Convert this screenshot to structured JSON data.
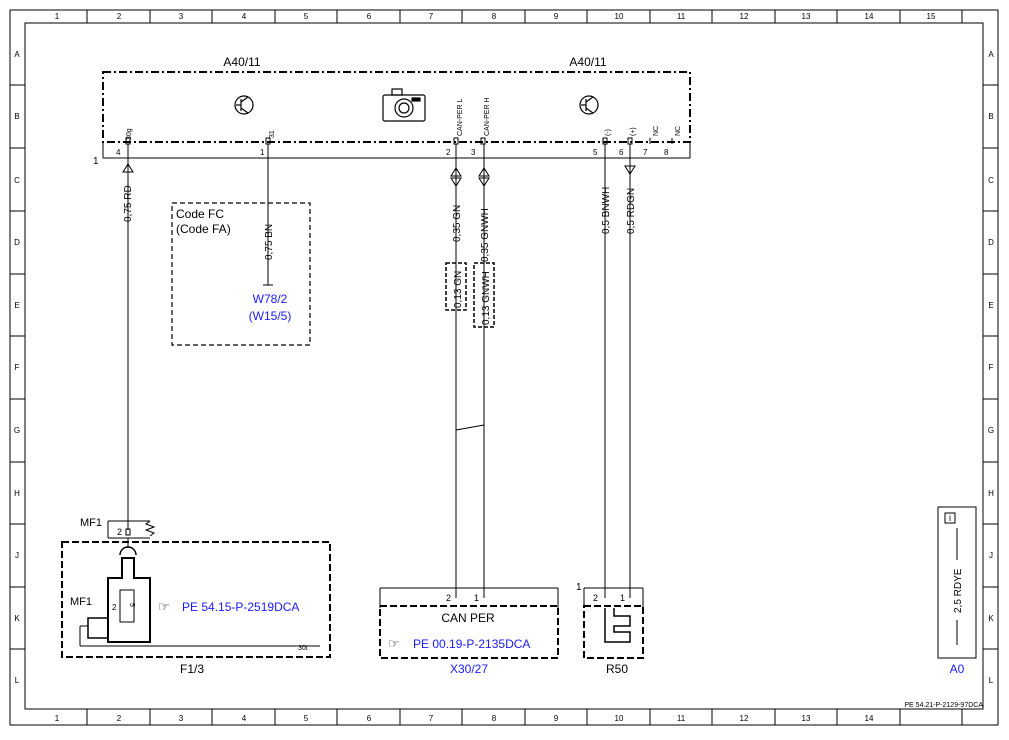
{
  "frame": {
    "columns": [
      "1",
      "2",
      "3",
      "4",
      "5",
      "6",
      "7",
      "8",
      "9",
      "10",
      "11",
      "12",
      "13",
      "14",
      "15"
    ],
    "rows": [
      "A",
      "B",
      "C",
      "D",
      "E",
      "F",
      "G",
      "H",
      "J",
      "K",
      "L"
    ]
  },
  "control_unit": {
    "label_left": "A40/11",
    "label_right": "A40/11",
    "connector_no": "1",
    "pins": [
      {
        "num": "4",
        "name": "30g"
      },
      {
        "num": "1",
        "name": "31"
      },
      {
        "num": "2",
        "name": "CAN-PER L"
      },
      {
        "num": "3",
        "name": "CAN-PER H"
      },
      {
        "num": "5",
        "name": "(-)"
      },
      {
        "num": "6",
        "name": "(+)"
      },
      {
        "num": "7",
        "name": "NC"
      },
      {
        "num": "8",
        "name": "NC"
      }
    ],
    "icons": [
      "transistor-icon",
      "camera-icon",
      "transistor-icon"
    ]
  },
  "code_box": {
    "line1": "Code FC",
    "line2": "(Code FA)",
    "ground_ref": "W78/2",
    "ground_ref_alt": "(W15/5)"
  },
  "wires": {
    "rd": "0,75 RD",
    "bn": "0,75 BN",
    "gn": "0,35 GN",
    "gnwh": "0,35 GNWH",
    "gn_twist": "0,13 GN",
    "gnwh_twist": "0,13 GNWH",
    "bnwh": "0,5 BNWH",
    "rdgn": "0,5 RDGN"
  },
  "fuse": {
    "label": "F1/3",
    "mf1_top": "MF1",
    "mf1_side": "MF1",
    "pin_top": "2",
    "fuse_pin": "2",
    "fuse_value": "5",
    "terminal": "30t",
    "ref": "PE 54.15-P-2519DCA"
  },
  "can_connector": {
    "label": "X30/27",
    "title": "CAN PER",
    "pin_a": "2",
    "pin_b": "1",
    "ref": "PE 00.19-P-2135DCA"
  },
  "resistor": {
    "label": "R50",
    "connector_no": "1",
    "pin_a": "2",
    "pin_b": "1"
  },
  "legend": {
    "label": "A0",
    "wire": "2,5 RDYE",
    "info_icon": "i"
  },
  "footer": {
    "doc_id": "PE 54.21-P-2129-97DCA"
  }
}
